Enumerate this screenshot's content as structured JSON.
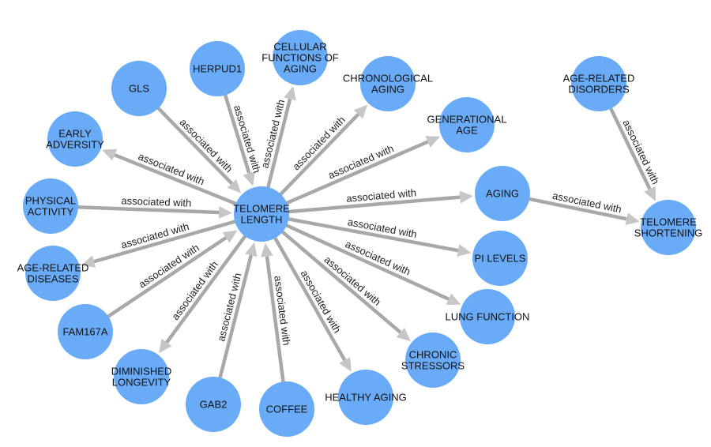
{
  "colors": {
    "node": "#6aabf7",
    "edge": "#a8a8a8",
    "arrow": "#c6c6c6",
    "text": "#111111"
  },
  "nodes": [
    {
      "id": "telomere_length",
      "label": "TELOMERE LENGTH"
    },
    {
      "id": "gls",
      "label": "GLS"
    },
    {
      "id": "herpud1",
      "label": "HERPUD1"
    },
    {
      "id": "cellular",
      "label": "CELLULAR FUNCTIONS OF AGING"
    },
    {
      "id": "chronological",
      "label": "CHRONOLOGICAL AGING"
    },
    {
      "id": "generational",
      "label": "GENERATIONAL AGE"
    },
    {
      "id": "age_related_disorders",
      "label": "AGE-RELATED DISORDERS"
    },
    {
      "id": "early_adversity",
      "label": "EARLY ADVERSITY"
    },
    {
      "id": "physical_activity",
      "label": "PHYSICAL ACTIVITY"
    },
    {
      "id": "aging",
      "label": "AGING"
    },
    {
      "id": "telomere_shortening",
      "label": "TELOMERE SHORTENING"
    },
    {
      "id": "age_related_diseases",
      "label": "AGE-RELATED DISEASES"
    },
    {
      "id": "pi_levels",
      "label": "PI LEVELS"
    },
    {
      "id": "fam167a",
      "label": "FAM167A"
    },
    {
      "id": "lung_function",
      "label": "LUNG FUNCTION"
    },
    {
      "id": "diminished_longevity",
      "label": "DIMINISHED LONGEVITY"
    },
    {
      "id": "chronic_stressors",
      "label": "CHRONIC STRESSORS"
    },
    {
      "id": "gab2",
      "label": "GAB2"
    },
    {
      "id": "coffee",
      "label": "COFFEE"
    },
    {
      "id": "healthy_aging",
      "label": "HEALTHY AGING"
    }
  ],
  "edges": [
    {
      "from": "gls",
      "to": "telomere_length",
      "label": "associated with"
    },
    {
      "from": "herpud1",
      "to": "telomere_length",
      "label": "associated with"
    },
    {
      "from": "telomere_length",
      "to": "cellular",
      "label": "associated with"
    },
    {
      "from": "telomere_length",
      "to": "chronological",
      "label": "associated with"
    },
    {
      "from": "telomere_length",
      "to": "generational",
      "label": "associated with"
    },
    {
      "from": "telomere_length",
      "to": "early_adversity",
      "label": "associated with"
    },
    {
      "from": "physical_activity",
      "to": "telomere_length",
      "label": "associated with"
    },
    {
      "from": "telomere_length",
      "to": "aging",
      "label": "associated with"
    },
    {
      "from": "telomere_length",
      "to": "age_related_diseases",
      "label": "associated with"
    },
    {
      "from": "telomere_length",
      "to": "pi_levels",
      "label": "associated with"
    },
    {
      "from": "fam167a",
      "to": "telomere_length",
      "label": "associated with"
    },
    {
      "from": "telomere_length",
      "to": "lung_function",
      "label": "associated with"
    },
    {
      "from": "telomere_length",
      "to": "diminished_longevity",
      "label": "associated with"
    },
    {
      "from": "telomere_length",
      "to": "chronic_stressors",
      "label": "associated with"
    },
    {
      "from": "gab2",
      "to": "telomere_length",
      "label": "associated with"
    },
    {
      "from": "coffee",
      "to": "telomere_length",
      "label": "associated with"
    },
    {
      "from": "telomere_length",
      "to": "healthy_aging",
      "label": "associated with"
    },
    {
      "from": "aging",
      "to": "telomere_shortening",
      "label": "associated with"
    },
    {
      "from": "age_related_disorders",
      "to": "telomere_shortening",
      "label": "associated with"
    }
  ]
}
